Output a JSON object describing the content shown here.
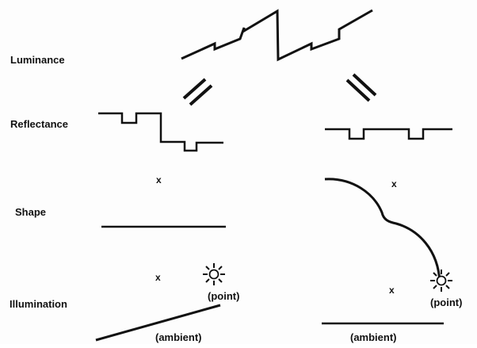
{
  "labels": {
    "luminance": "Luminance",
    "reflectance": "Reflectance",
    "shape": "Shape",
    "illumination": "Illumination"
  },
  "annotations": {
    "point_left": "(point)",
    "point_right": "(point)",
    "ambient_left": "(ambient)",
    "ambient_right": "(ambient)",
    "x_marker": "x"
  },
  "colors": {
    "ink": "#111111",
    "background": "#fdfdfd"
  },
  "icons": {
    "light_source": "sun-icon",
    "equivalence": "double-slash"
  }
}
